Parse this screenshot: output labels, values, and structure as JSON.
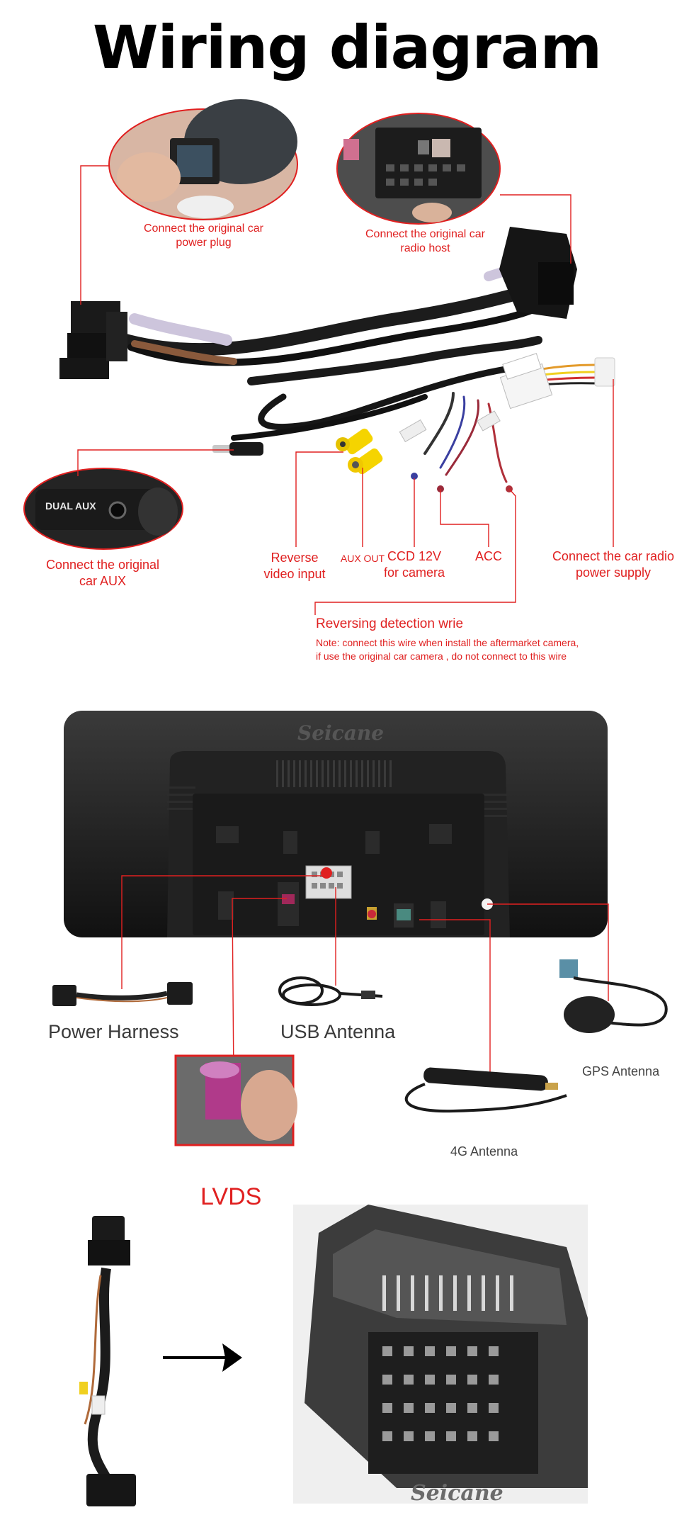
{
  "title": "Wiring diagram",
  "top_labels": {
    "power_plug": [
      "Connect the original car",
      "power plug"
    ],
    "radio_host": [
      "Connect the original car",
      "radio host"
    ],
    "aux_panel": "DUAL AUX",
    "car_aux": [
      "Connect the original",
      "car AUX"
    ],
    "reverse_video": [
      "Reverse",
      "video input"
    ],
    "aux_out": "AUX OUT",
    "ccd": [
      "CCD 12V",
      "for camera"
    ],
    "acc": "ACC",
    "radio_power": [
      "Connect the car radio",
      "power supply"
    ],
    "reversing_title": "Reversing detection wrie",
    "reversing_note": [
      "Note: connect this wire when install the aftermarket camera,",
      "if use the original car camera , do not connect to this wire"
    ]
  },
  "unit_brand": "Seicane",
  "accessories": {
    "power_harness": "Power Harness",
    "usb_antenna": "USB Antenna",
    "gps_antenna": "GPS Antenna",
    "g4_antenna": "4G Antenna",
    "lvds": "LVDS"
  },
  "bottom_brand": "Seicane",
  "colors": {
    "accent_red": "#e02020",
    "title": "#000000",
    "device_body": "#1b1b1b"
  }
}
